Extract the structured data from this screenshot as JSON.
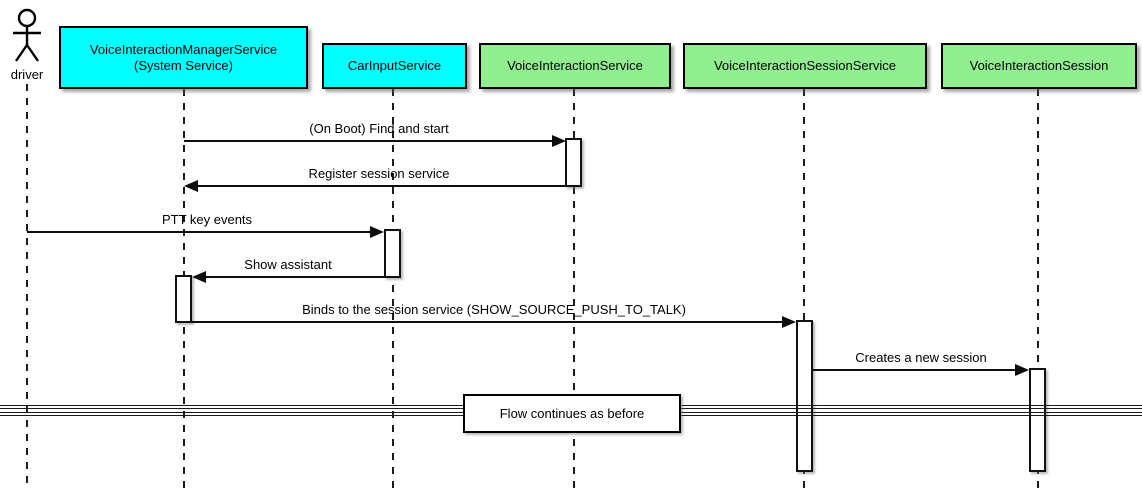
{
  "diagram_type": "uml-sequence-diagram",
  "participants": [
    {
      "name": "driver",
      "kind": "actor"
    },
    {
      "label": "VoiceInteractionManagerService",
      "sublabel": "(System Service)",
      "kind": "participant",
      "color": "#00ffff"
    },
    {
      "label": "CarInputService",
      "kind": "participant",
      "color": "#00ffff"
    },
    {
      "label": "VoiceInteractionService",
      "kind": "participant",
      "color": "#90ee90"
    },
    {
      "label": "VoiceInteractionSessionService",
      "kind": "participant",
      "color": "#90ee90"
    },
    {
      "label": "VoiceInteractionSession",
      "kind": "participant",
      "color": "#90ee90"
    }
  ],
  "messages": [
    {
      "label": "(On Boot) Find and start",
      "from": "VoiceInteractionManagerService",
      "to": "VoiceInteractionService",
      "direction": "right"
    },
    {
      "label": "Register session service",
      "from": "VoiceInteractionService",
      "to": "VoiceInteractionManagerService",
      "direction": "left"
    },
    {
      "label": "PTT key events",
      "from": "driver",
      "to": "CarInputService",
      "direction": "right"
    },
    {
      "label": "Show assistant",
      "from": "CarInputService",
      "to": "VoiceInteractionManagerService",
      "direction": "left"
    },
    {
      "label": "Binds to the session service (SHOW_SOURCE_PUSH_TO_TALK)",
      "from": "VoiceInteractionManagerService",
      "to": "VoiceInteractionSessionService",
      "direction": "right"
    },
    {
      "label": "Creates a new session",
      "from": "VoiceInteractionSessionService",
      "to": "VoiceInteractionSession",
      "direction": "right"
    }
  ],
  "divider": {
    "label": "Flow continues as before"
  },
  "colors": {
    "participant_cyan": "#00ffff",
    "participant_green": "#90ee90",
    "border": "#000000",
    "line": "#0d0d0d",
    "background": "#ffffff"
  }
}
